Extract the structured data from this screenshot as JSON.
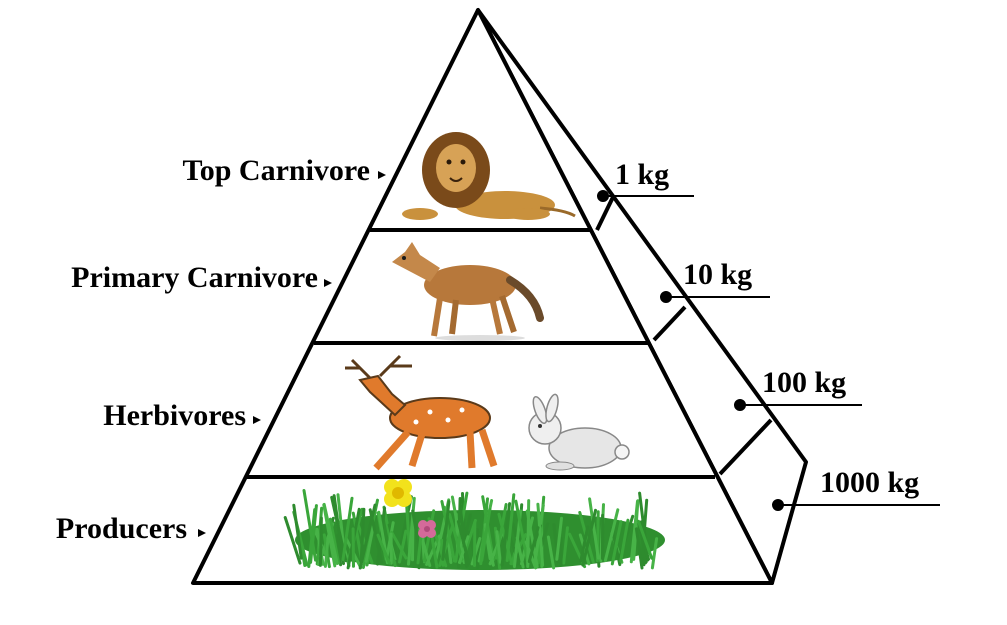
{
  "pyramid": {
    "levels": [
      {
        "label": "Top Carnivore",
        "mass": "1 kg",
        "organisms": [
          "lion"
        ]
      },
      {
        "label": "Primary Carnivore",
        "mass": "10 kg",
        "organisms": [
          "jackal"
        ]
      },
      {
        "label": "Herbivores",
        "mass": "100 kg",
        "organisms": [
          "deer",
          "rabbit"
        ]
      },
      {
        "label": "Producers",
        "mass": "1000 kg",
        "organisms": [
          "grass",
          "flowers"
        ]
      }
    ]
  },
  "colors": {
    "outline": "#000000",
    "lion_mane": "#7a4a1a",
    "lion_body": "#c9913d",
    "jackal": "#b7783b",
    "deer": "#e07a2c",
    "rabbit": "#e6e6e6",
    "grass": "#3aa63a",
    "flower_yellow": "#f2e21c",
    "flower_pink": "#d46a9a"
  }
}
